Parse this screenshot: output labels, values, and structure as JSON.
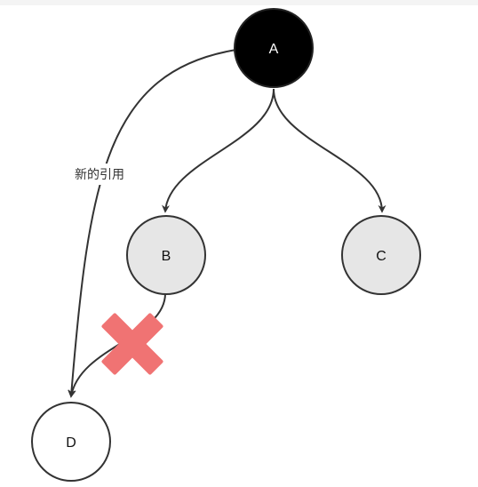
{
  "nodes": [
    {
      "id": "A",
      "label": "A",
      "fill": "#000000",
      "text_color": "#ffffff"
    },
    {
      "id": "B",
      "label": "B",
      "fill": "#e6e6e6",
      "text_color": "#111111"
    },
    {
      "id": "C",
      "label": "C",
      "fill": "#e6e6e6",
      "text_color": "#111111"
    },
    {
      "id": "D",
      "label": "D",
      "fill": "#ffffff",
      "text_color": "#111111"
    }
  ],
  "edges": [
    {
      "from": "A",
      "to": "B"
    },
    {
      "from": "A",
      "to": "C"
    },
    {
      "from": "A",
      "to": "D",
      "label": "新的引用"
    },
    {
      "from": "B",
      "to": "D",
      "removed": true
    }
  ],
  "colors": {
    "edge": "#333333",
    "removed_marker": "#f07373"
  },
  "icons": {
    "removed_marker": "cross-mark-icon"
  }
}
